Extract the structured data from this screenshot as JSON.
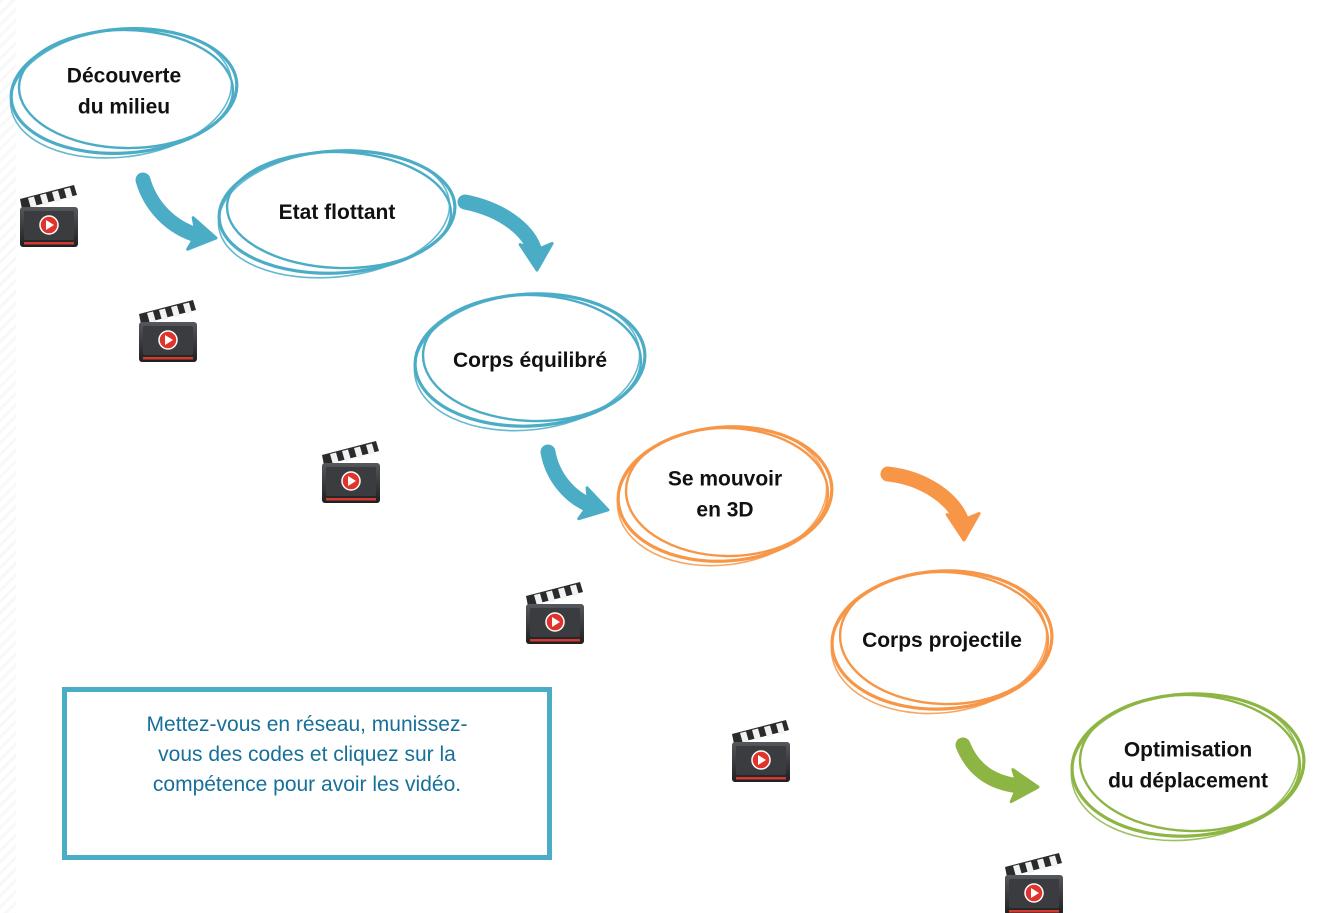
{
  "colors": {
    "blue": "#4bacc6",
    "orange": "#f79646",
    "green": "#8db544",
    "info_border": "#4bacc6",
    "info_text": "#17709a"
  },
  "competences": [
    {
      "lines": [
        "Découverte",
        "du milieu"
      ],
      "color": "blue"
    },
    {
      "lines": [
        "Etat flottant"
      ],
      "color": "blue"
    },
    {
      "lines": [
        "Corps équilibré"
      ],
      "color": "blue"
    },
    {
      "lines": [
        "Se mouvoir",
        "en 3D"
      ],
      "color": "orange"
    },
    {
      "lines": [
        "Corps projectile"
      ],
      "color": "orange"
    },
    {
      "lines": [
        "Optimisation",
        "du déplacement"
      ],
      "color": "green"
    }
  ],
  "connectors": [
    {
      "from": 0,
      "to": 1,
      "color": "blue"
    },
    {
      "from": 1,
      "to": 2,
      "color": "blue"
    },
    {
      "from": 2,
      "to": 3,
      "color": "blue"
    },
    {
      "from": 3,
      "to": 4,
      "color": "orange"
    },
    {
      "from": 4,
      "to": 5,
      "color": "green"
    }
  ],
  "video_icon": "clapperboard-play-icon",
  "video_count": 6,
  "info": {
    "text": "Mettez-vous en réseau, munissez-\nvous des codes et cliquez sur la\ncompétence pour avoir les vidéo."
  }
}
